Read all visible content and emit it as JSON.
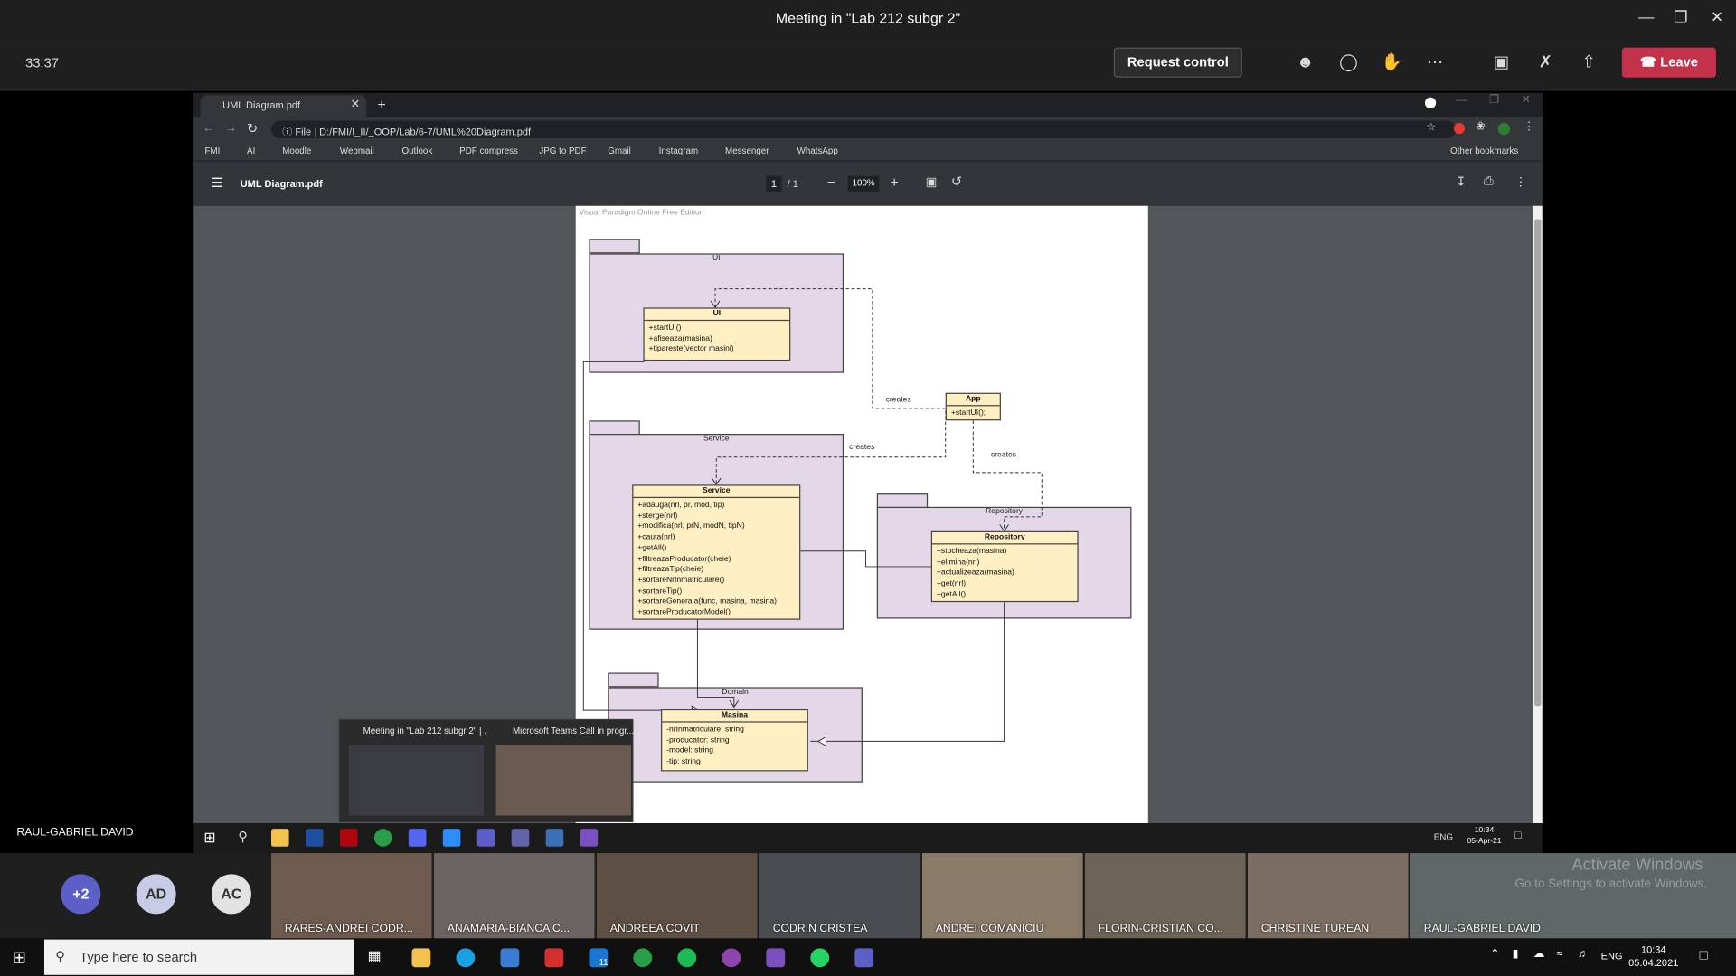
{
  "window": {
    "title": "Meeting in \"Lab 212 subgr 2\""
  },
  "toolbar": {
    "timer": "33:37",
    "request_control": "Request control",
    "leave": "Leave"
  },
  "browser": {
    "tab_title": "UML Diagram.pdf",
    "url_prefix": "File",
    "url": "D:/FMI/I_II/_OOP/Lab/6-7/UML%20Diagram.pdf",
    "bookmarks": [
      "FMI",
      "AI",
      "Moodle",
      "Webmail",
      "Outlook",
      "PDF compress",
      "JPG to PDF",
      "Gmail",
      "Instagram",
      "Messenger",
      "WhatsApp"
    ],
    "other_bookmarks": "Other bookmarks",
    "pdf": {
      "name": "UML Diagram.pdf",
      "page": "1",
      "pages": "/  1",
      "zoom": "100%"
    }
  },
  "diagram": {
    "watermark": "Visual Paradigm Online Free Edition",
    "packages": {
      "ui": "UI",
      "service": "Service",
      "repository": "Repository",
      "domain": "Domain"
    },
    "classes": {
      "ui": {
        "name": "UI",
        "methods": [
          "+startUI()",
          "+afiseaza(masina)",
          "+tipareste(vector masini)"
        ]
      },
      "app": {
        "name": "App",
        "methods": [
          "+startUI();"
        ]
      },
      "service": {
        "name": "Service",
        "methods": [
          "+adauga(nrl, pr, mod, tip)",
          "+sterge(nrl)",
          "+modifica(nrl, prN, modN, tipN)",
          "+cauta(nrl)",
          "+getAll()",
          "+filtreazaProducator(cheie)",
          "+filtreazaTip(cheie)",
          "+sortareNrInmatriculare()",
          "+sortareTip()",
          "+sortareGenerala(func, masina, masina)",
          "+sortareProducatorModel()"
        ]
      },
      "repository": {
        "name": "Repository",
        "methods": [
          "+stocheaza(masina)",
          "+elimina(nrl)",
          "+actualizeaza(masina)",
          "+get(nrl)",
          "+getAll()"
        ]
      },
      "masina": {
        "name": "Masina",
        "methods": [
          "-nrInmatriculare: string",
          "-producator: string",
          "-model: string",
          "-tip: string"
        ]
      }
    },
    "labels": {
      "creates_ui": "creates",
      "creates_service": "creates",
      "creates_repo": "creates"
    }
  },
  "thumbs": [
    {
      "title": "Meeting in \"Lab 212 subgr 2\" | ..."
    },
    {
      "title": "Microsoft Teams Call in progr..."
    }
  ],
  "remote_clock": {
    "time": "10:34",
    "date": "05-Apr-21",
    "lang": "ENG"
  },
  "presenter": "RAUL-GABRIEL DAVID",
  "participants": {
    "overflow": "+2",
    "avatars": [
      "AD",
      "AC"
    ],
    "tiles": [
      "RARES-ANDREI CODR...",
      "ANAMARIA-BIANCA C...",
      "ANDREEA COVIT",
      "CODRIN CRISTEA",
      "ANDREI COMANICIU",
      "FLORIN-CRISTIAN CO...",
      "CHRISTINE TUREAN",
      "RAUL-GABRIEL DAVID"
    ]
  },
  "activation": {
    "title": "Activate Windows",
    "subtitle": "Go to Settings to activate Windows."
  },
  "taskbar": {
    "search_placeholder": "Type here to search",
    "lang": "ENG",
    "time": "10:34",
    "date": "05.04.2021",
    "mail_badge": "11"
  },
  "colors": {
    "leave": "#c4314b",
    "package": "#e4d7e8",
    "class": "#ffefc2"
  }
}
